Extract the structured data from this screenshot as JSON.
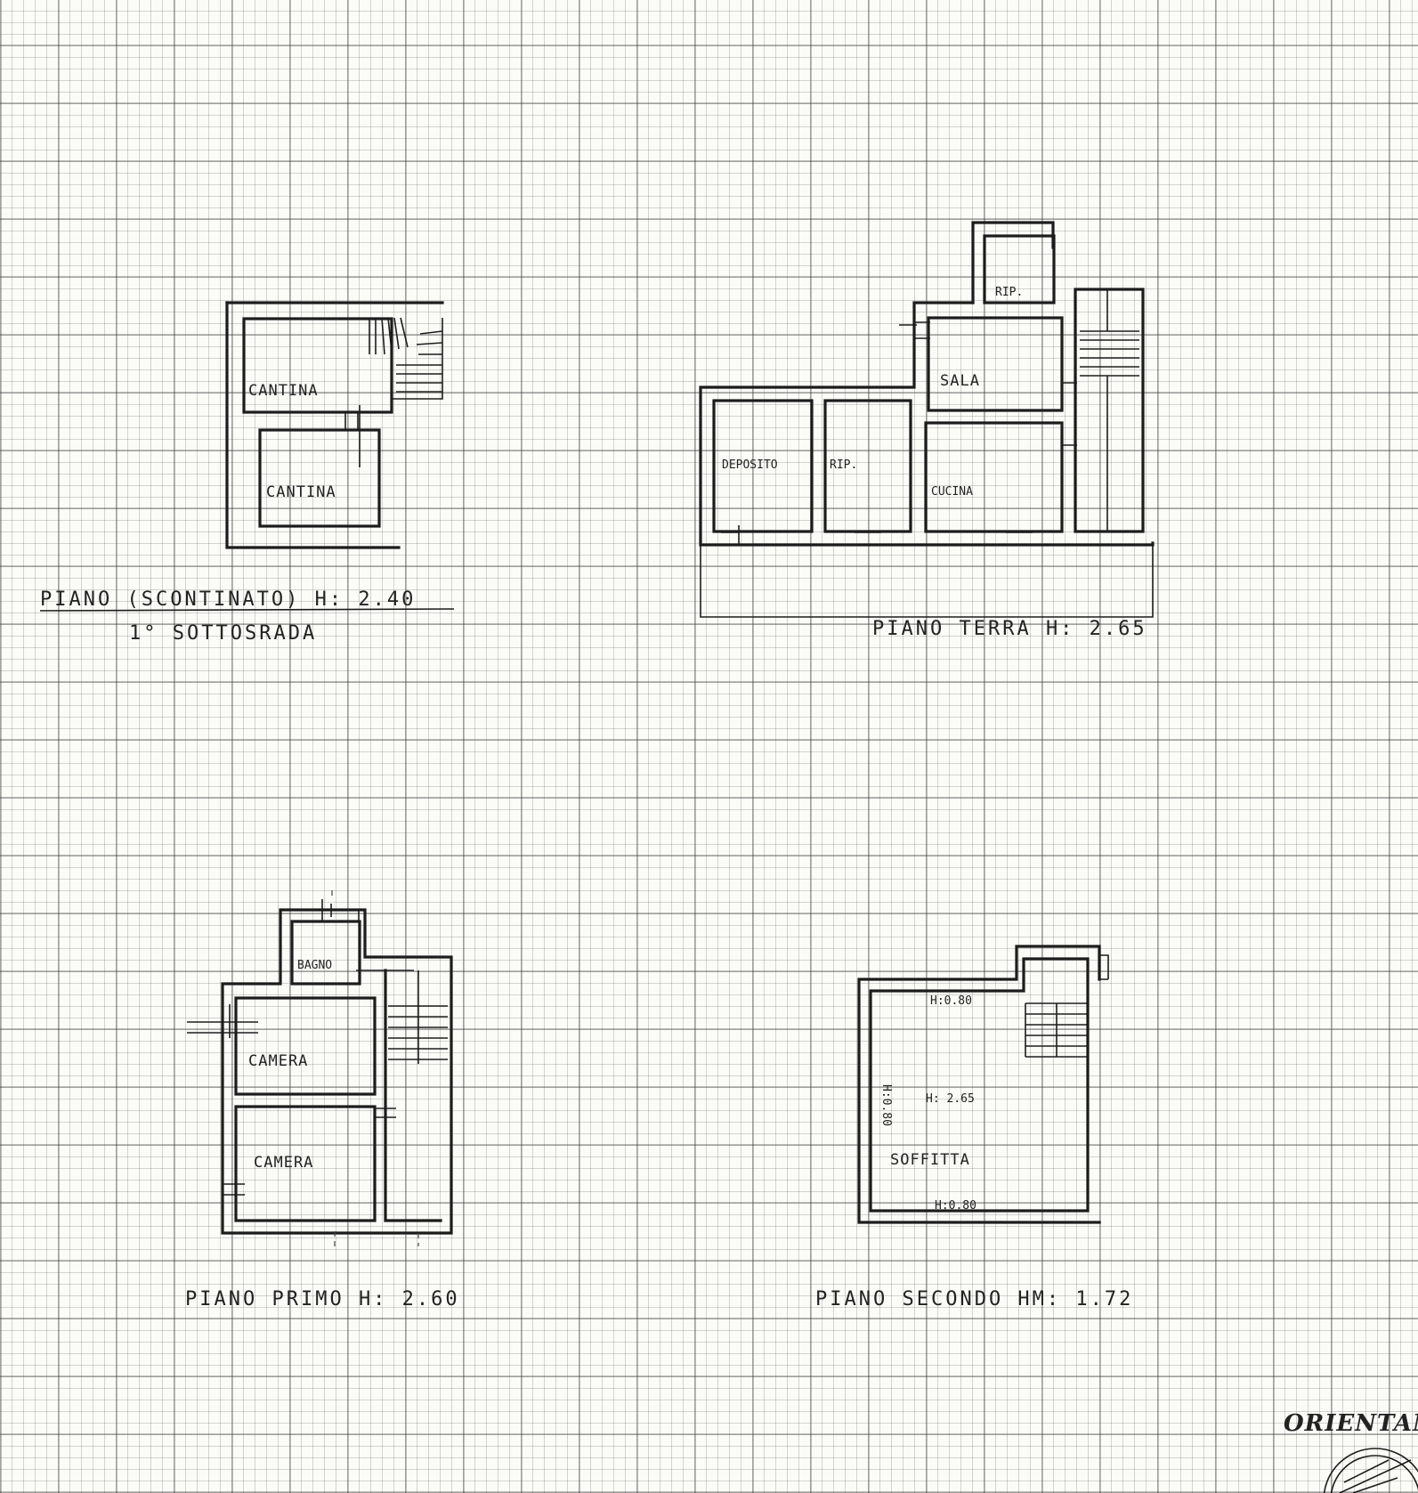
{
  "floors": {
    "basement": {
      "title_line1": "PIANO (SCONTINATO) H: 2.40",
      "title_line2": "1° SOTTOSRADA",
      "rooms": [
        "CANTINA",
        "CANTINA"
      ]
    },
    "ground": {
      "title": "PIANO TERRA H: 2.65",
      "rooms": {
        "storage_small": "RIP.",
        "living": "SALA",
        "deposit": "DEPOSITO",
        "storage": "RIP.",
        "kitchen": "CUCINA"
      }
    },
    "first": {
      "title": "PIANO PRIMO H: 2.60",
      "rooms": {
        "bath": "BAGNO",
        "bedroom1": "CAMERA",
        "bedroom2": "CAMERA"
      }
    },
    "second": {
      "title": "PIANO SECONDO HM: 1.72",
      "rooms": {
        "attic": "SOFFITTA"
      },
      "heights": {
        "top": "H:0.80",
        "center": "H: 2.65",
        "side": "H:0.80",
        "bottom": "H:0.80"
      }
    }
  },
  "orientation_label": "ORIENTAM"
}
